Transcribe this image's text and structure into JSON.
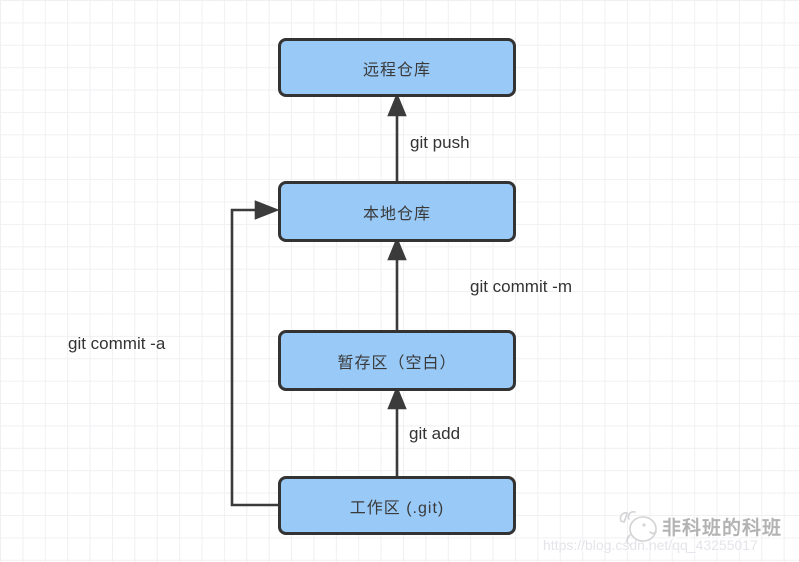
{
  "diagram": {
    "type": "flowchart",
    "nodes": [
      {
        "id": "remote",
        "label": "远程仓库"
      },
      {
        "id": "local",
        "label": "本地仓库"
      },
      {
        "id": "stage",
        "label": "暂存区（空白）"
      },
      {
        "id": "workspace",
        "label": "工作区 (.git)"
      }
    ],
    "edges": [
      {
        "from": "local",
        "to": "remote",
        "label": "git push"
      },
      {
        "from": "stage",
        "to": "local",
        "label": "git commit -m"
      },
      {
        "from": "workspace",
        "to": "stage",
        "label": "git add"
      },
      {
        "from": "workspace",
        "to": "local",
        "label": "git commit -a"
      }
    ],
    "colors": {
      "node_fill": "#99c9f7",
      "node_border": "#333333",
      "arrow": "#3b3b3b",
      "label_text": "#333333",
      "grid_line": "#f0f0f2",
      "background": "#ffffff"
    }
  },
  "watermark": {
    "logo_icon": "whale-mascot-icon",
    "name": "非科班的科班",
    "url": "https://blog.csdn.net/qq_43255017"
  }
}
